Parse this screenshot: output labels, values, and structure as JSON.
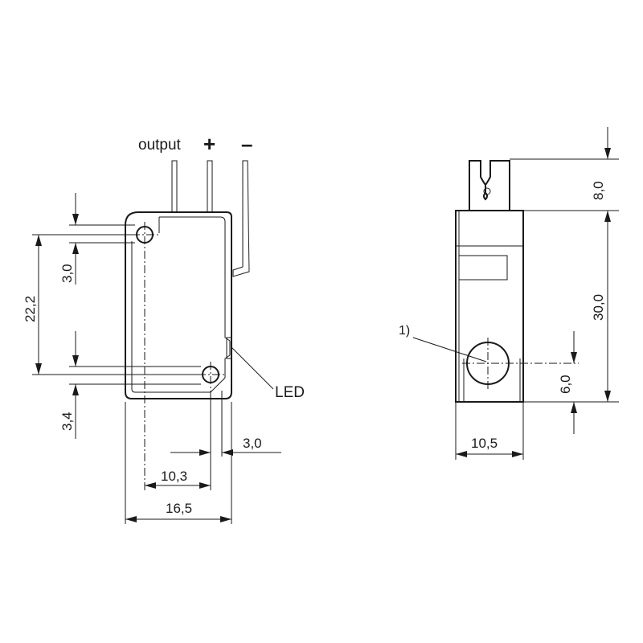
{
  "labels": {
    "output": "output",
    "plus": "+",
    "minus": "–",
    "led": "LED",
    "note": "1)"
  },
  "dimensions": {
    "front_width": "16,5",
    "hole_spacing_h": "10,3",
    "hole_edge_offset": "3,0",
    "hole_spacing_v": "22,2",
    "top_hole_offset": "3,0",
    "bottom_hole_offset": "3,4",
    "side_width": "10,5",
    "connector_height": "8,0",
    "body_height": "30,0",
    "side_hole_height": "6,0"
  },
  "colors": {
    "line": "#1a1a1a",
    "background": "#ffffff"
  }
}
